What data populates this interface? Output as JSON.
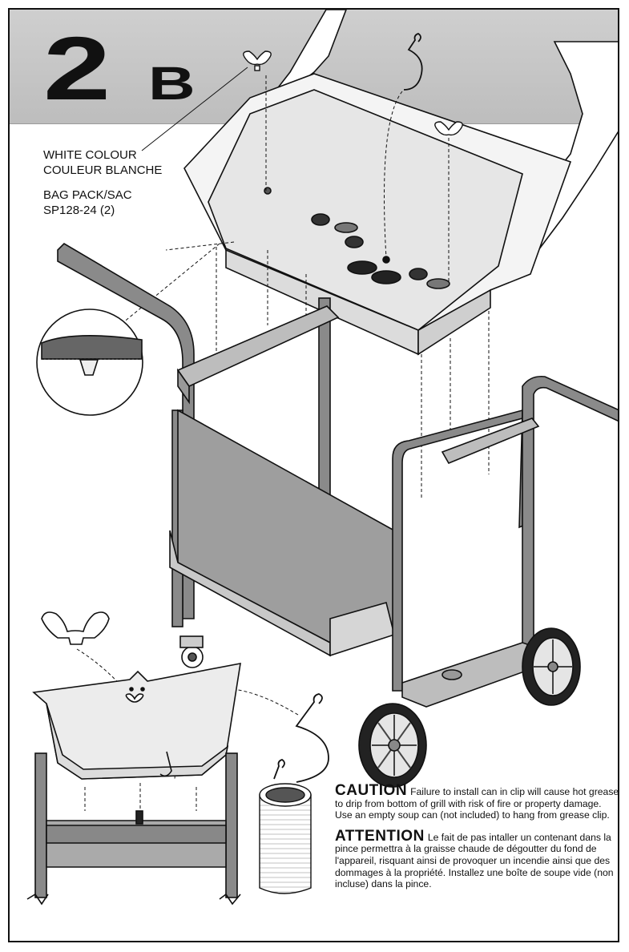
{
  "header": {
    "step_number": "2",
    "step_letter": "B"
  },
  "callout": {
    "line1": "WHITE COLOUR",
    "line2": "COULEUR BLANCHE",
    "line3": "BAG PACK/SAC",
    "line4": "SP128-24 (2)"
  },
  "caution": {
    "en_keyword": "CAUTION",
    "en_text": "Failure to install can in clip will cause hot grease to drip from bottom of grill with risk of fire or property damage. Use an empty soup can (not included) to hang from grease clip.",
    "fr_keyword": "ATTENTION",
    "fr_text": "Le fait de pas intaller un contenant dans la pince permettra à la graisse chaude de dégoutter du fond de l'appareil, risquant ainsi de provoquer un incendie ainsi que des dommages à la propriété. Installez une boîte de soupe vide (non incluse) dans la pince."
  },
  "colors": {
    "frame": "#111111",
    "header_band": "#c4c4c4",
    "cart_frame": "#8a8a8a",
    "panel": "#9e9e9e"
  },
  "icons": [
    "wing-nut-icon",
    "grease-clip-icon",
    "soup-can-icon",
    "wheel-icon",
    "caster-icon"
  ]
}
